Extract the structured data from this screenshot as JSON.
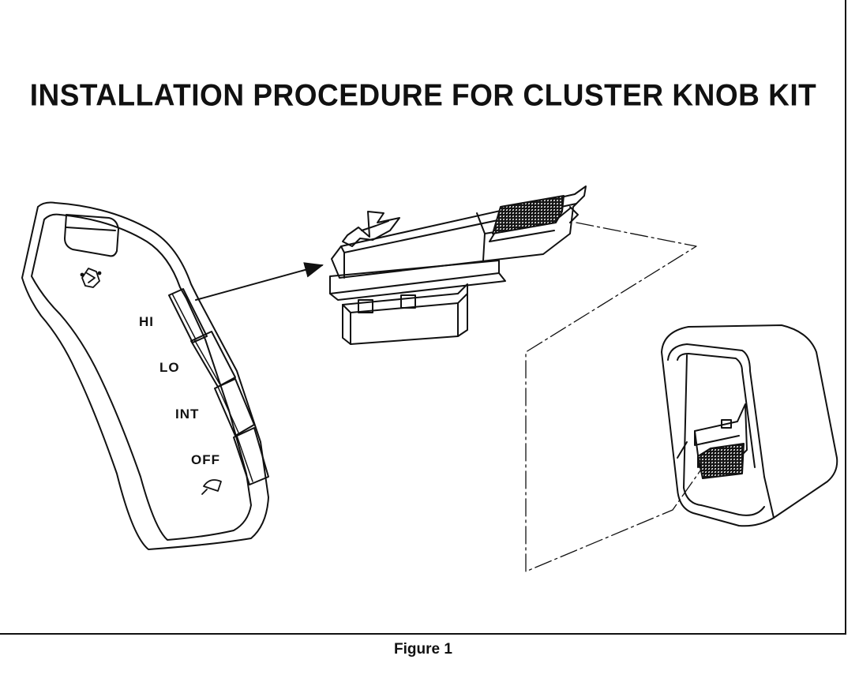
{
  "title": "INSTALLATION PROCEDURE FOR CLUSTER KNOB KIT",
  "caption": "Figure 1",
  "switch_labels": {
    "hi": "HI",
    "lo": "LO",
    "int": "INT",
    "off": "OFF"
  },
  "icons": [
    "washer-icon",
    "wiper-icon"
  ]
}
